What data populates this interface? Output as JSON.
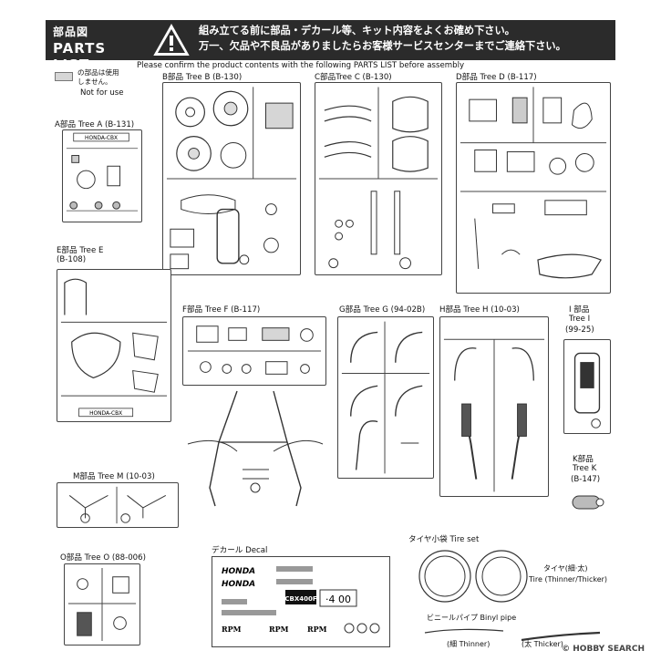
{
  "header": {
    "title_jp": "部品図",
    "title_en": "PARTS LIST",
    "message_jp_1": "組み立てる前に部品・デカール等、キット内容をよくお確め下さい。",
    "message_jp_2": "万一、欠品や不良品がありましたらお客様サービスセンターまでご連絡下さい。",
    "message_en": "Please confirm the product contents with the following PARTS LIST before assembly",
    "warning_icon": "warning-triangle-icon"
  },
  "legend": {
    "not_for_use_jp_1": "の部品は使用",
    "not_for_use_jp_2": "しません。",
    "not_for_use_en": "Not for use",
    "swatch_color": "#d6d6d6"
  },
  "trees": {
    "a": {
      "label": "A部品 Tree A (B-131)",
      "decal_text": "HONDA-CBX"
    },
    "b": {
      "label": "B部品 Tree B (B-130)"
    },
    "c": {
      "label": "C部品Tree C (B-130)"
    },
    "d": {
      "label": "D部品 Tree D (B-117)"
    },
    "e": {
      "label_1": "E部品 Tree E",
      "label_2": "(B-108)",
      "decal_text": "HONDA-CBX"
    },
    "f": {
      "label": "F部品 Tree F (B-117)"
    },
    "g": {
      "label": "G部品 Tree G (94-02B)"
    },
    "h": {
      "label": "H部品 Tree H (10-03)"
    },
    "i": {
      "label_1": "I 部品",
      "label_2": "Tree I",
      "label_3": "(99-25)"
    },
    "k": {
      "label_1": "K部品",
      "label_2": "Tree K",
      "label_3": "(B-147)"
    },
    "m": {
      "label": "M部品 Tree M (10-03)"
    },
    "o": {
      "label": "O部品 Tree O (88-006)"
    }
  },
  "decal": {
    "label": "デカール Decal",
    "logo_text": "CBX400F",
    "number_text": "·4 00",
    "honda": "HONDA",
    "rpm": "RPM"
  },
  "tire_set": {
    "label": "タイヤ小袋 Tire set",
    "tire_jp": "タイヤ(細·太)",
    "tire_en": "Tire (Thinner/Thicker)",
    "pipe_label": "ビニールパイプ Binyl pipe",
    "thin_label": "(細 Thinner)",
    "thick_label": "(太 Thicker)"
  },
  "footer": {
    "watermark": "© HOBBY SEARCH"
  }
}
